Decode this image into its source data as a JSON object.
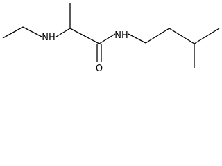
{
  "molecule": {
    "atoms": {
      "nh_amine": "NH",
      "nh_amide": "NH",
      "o_carbonyl": "O"
    },
    "colors": {
      "bond": "#000000",
      "label": "#000000",
      "background": "#ffffff"
    }
  }
}
